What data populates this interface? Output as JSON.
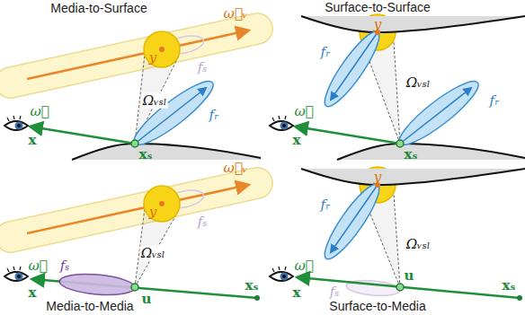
{
  "diagram": {
    "labels": [
      "Media-to-Surface",
      "ω⃗ᵥ",
      "y",
      "fₛ",
      "Ωᵥₛₗ",
      "fᵣ",
      "ω⃗",
      "x",
      "xₛ",
      "Surface-to-Surface",
      "fᵣ",
      "y",
      "Ωᵥₛₗ",
      "fᵣ",
      "ω⃗",
      "x",
      "xₛ",
      "ω⃗ᵥ",
      "y",
      "fₛ",
      "Ωᵥₛₗ",
      "ω⃗",
      "x",
      "fₛ",
      "u",
      "xₛ",
      "Media-to-Media",
      "fᵣ",
      "y",
      "Ωᵥₛₗ",
      "ω⃗",
      "x",
      "fₛ",
      "u",
      "xₛ",
      "Surface-to-Media"
    ]
  }
}
